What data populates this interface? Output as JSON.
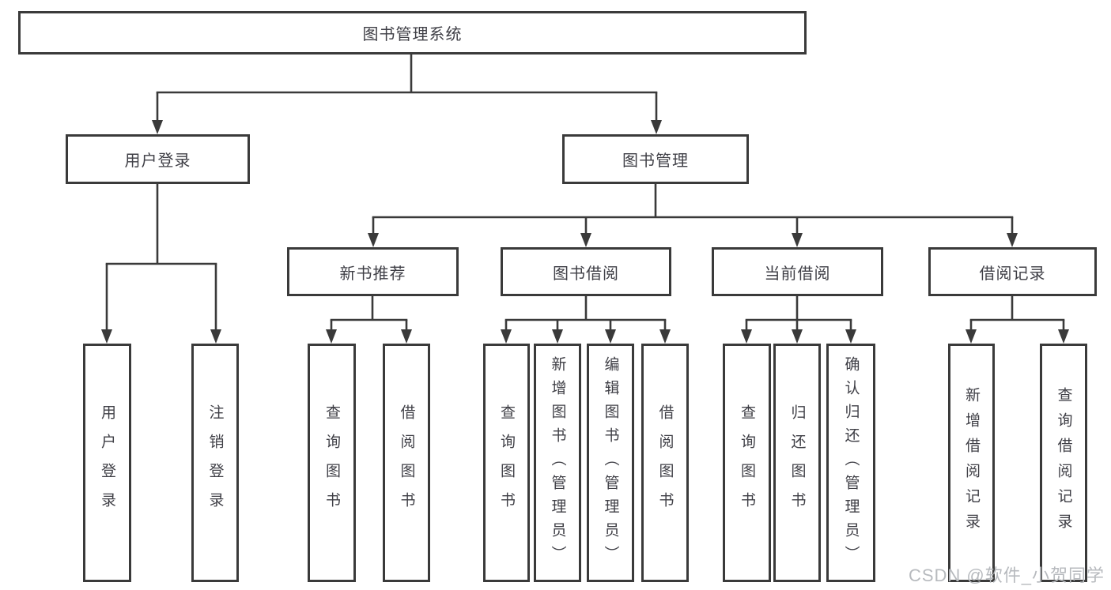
{
  "diagram_type": "hierarchy-tree",
  "tree": {
    "root": "图书管理系统",
    "children": [
      {
        "label": "用户登录",
        "children": [
          "用户登录",
          "注销登录"
        ]
      },
      {
        "label": "图书管理",
        "children": [
          {
            "label": "新书推荐",
            "children": [
              "查询图书",
              "借阅图书"
            ]
          },
          {
            "label": "图书借阅",
            "children": [
              "查询图书",
              "新增图书（管理员）",
              "编辑图书（管理员）",
              "借阅图书"
            ]
          },
          {
            "label": "当前借阅",
            "children": [
              "查询图书",
              "归还图书",
              "确认归还（管理员）"
            ]
          },
          {
            "label": "借阅记录",
            "children": [
              "新增借阅记录",
              "查询借阅记录"
            ]
          }
        ]
      }
    ]
  },
  "watermark": "CSDN @软件_小贺同学",
  "colors": {
    "line": "#3a3a3a",
    "text": "#3f3f46",
    "watermark": "#b7babe",
    "background": "#ffffff"
  }
}
